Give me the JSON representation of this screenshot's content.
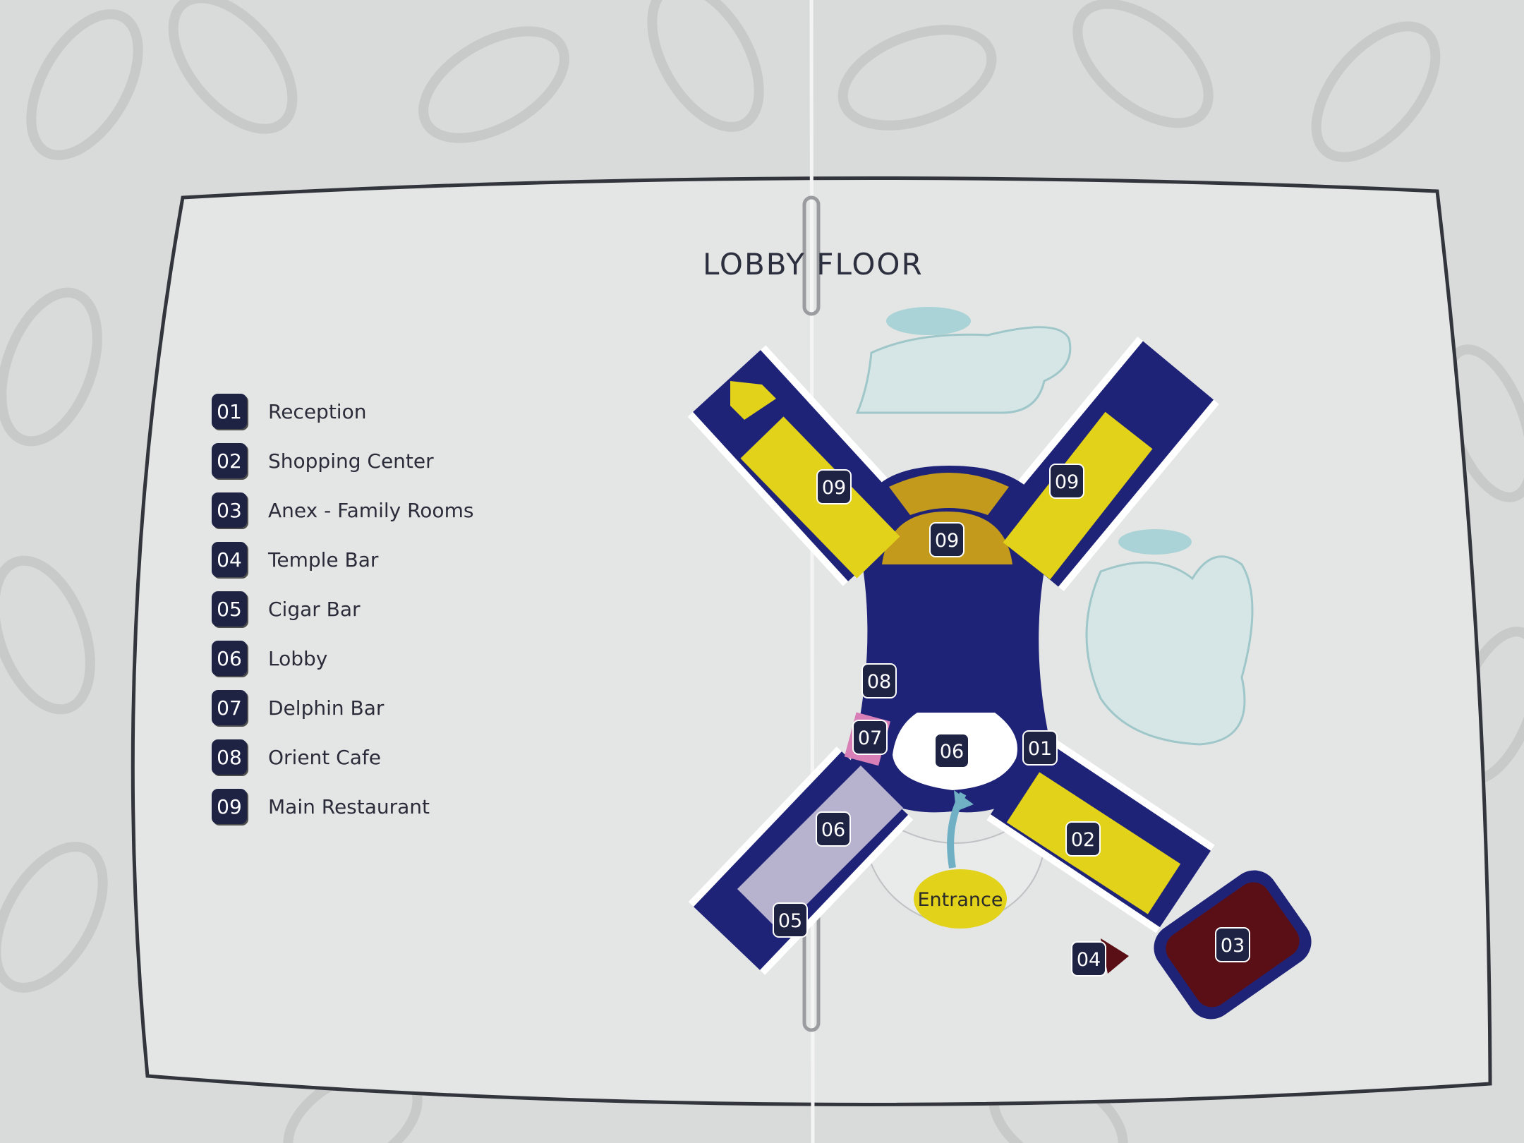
{
  "title": "LOBBY FLOOR",
  "legend": [
    {
      "num": "01",
      "label": "Reception"
    },
    {
      "num": "02",
      "label": "Shopping Center"
    },
    {
      "num": "03",
      "label": "Anex - Family Rooms"
    },
    {
      "num": "04",
      "label": "Temple Bar"
    },
    {
      "num": "05",
      "label": "Cigar Bar"
    },
    {
      "num": "06",
      "label": "Lobby"
    },
    {
      "num": "07",
      "label": "Delphin Bar"
    },
    {
      "num": "08",
      "label": "Orient Cafe"
    },
    {
      "num": "09",
      "label": "Main Restaurant"
    }
  ],
  "map": {
    "entrance": "Entrance",
    "markers": [
      "09",
      "09",
      "09",
      "08",
      "07",
      "06",
      "01",
      "06",
      "02",
      "05",
      "04",
      "03"
    ]
  },
  "colors": {
    "navy": "#1f2378",
    "yellow": "#e2d21a",
    "gold": "#c49a1c",
    "lilac": "#b7b3cf",
    "pink": "#d77fb6",
    "maroon": "#5a0f16",
    "badge": "#1e2344"
  }
}
